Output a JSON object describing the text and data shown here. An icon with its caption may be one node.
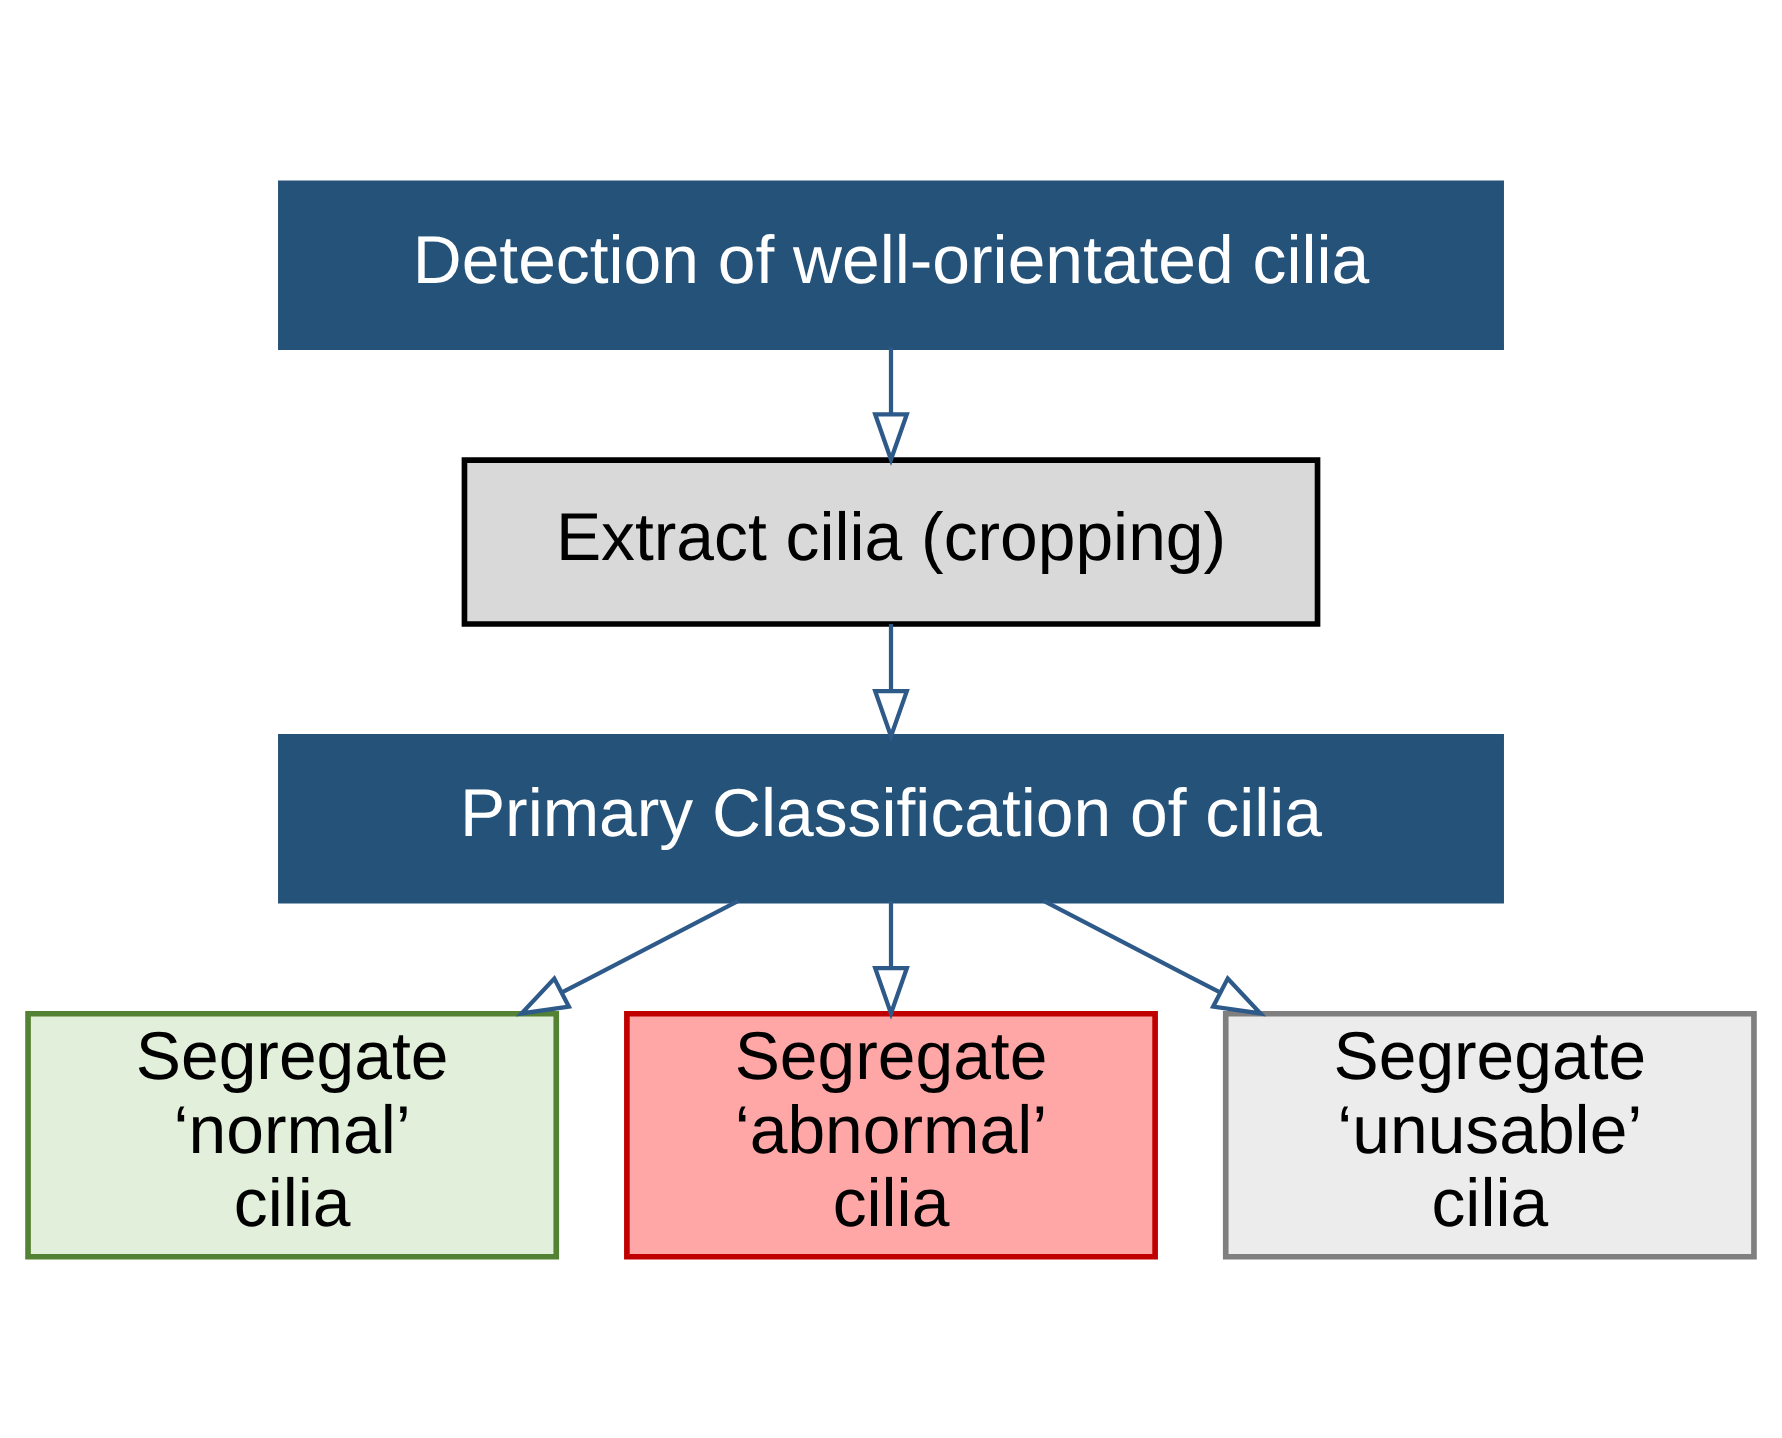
{
  "diagram": {
    "nodes": [
      {
        "text": [
          "Detection of well-orientated cilia"
        ]
      },
      {
        "text": [
          "Extract cilia (cropping)"
        ]
      },
      {
        "text": [
          "Primary Classification of cilia"
        ]
      },
      {
        "text": [
          "Segregate ‘normal’ cilia"
        ]
      },
      {
        "text": [
          "Segregate ‘abnormal’ cilia"
        ]
      },
      {
        "text": [
          "Segregate ‘unusable’ cilia"
        ]
      }
    ],
    "edges": [
      {
        "from": 0,
        "to": 1,
        "arrow": "to"
      },
      {
        "from": 1,
        "to": 2,
        "arrow": "to"
      },
      {
        "from": 2,
        "to": 3,
        "arrow": "to"
      },
      {
        "from": 2,
        "to": 4,
        "arrow": "to"
      },
      {
        "from": 2,
        "to": 5,
        "arrow": "to"
      }
    ]
  }
}
